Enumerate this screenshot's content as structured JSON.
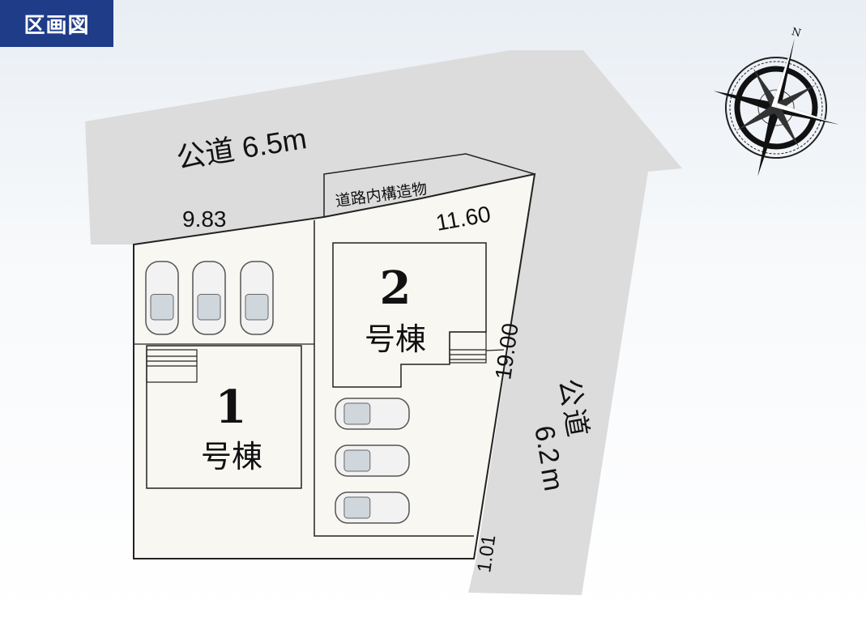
{
  "title": "区画図",
  "roads": {
    "top": "公道 6.5m",
    "right_line1": "公道",
    "right_line2": "6.2",
    "right_line3": "m"
  },
  "structure_label": "道路内構造物",
  "dimensions": {
    "d1": "9.83",
    "d2": "11.60",
    "d3": "19.00",
    "d4": "1.01"
  },
  "lots": [
    {
      "number": "1",
      "suffix": "号棟"
    },
    {
      "number": "2",
      "suffix": "号棟"
    }
  ],
  "compass": {
    "north": "N"
  },
  "colors": {
    "badge": "#1f3c88",
    "road": "#dcdcdc",
    "lot": "#f8f7f1"
  }
}
